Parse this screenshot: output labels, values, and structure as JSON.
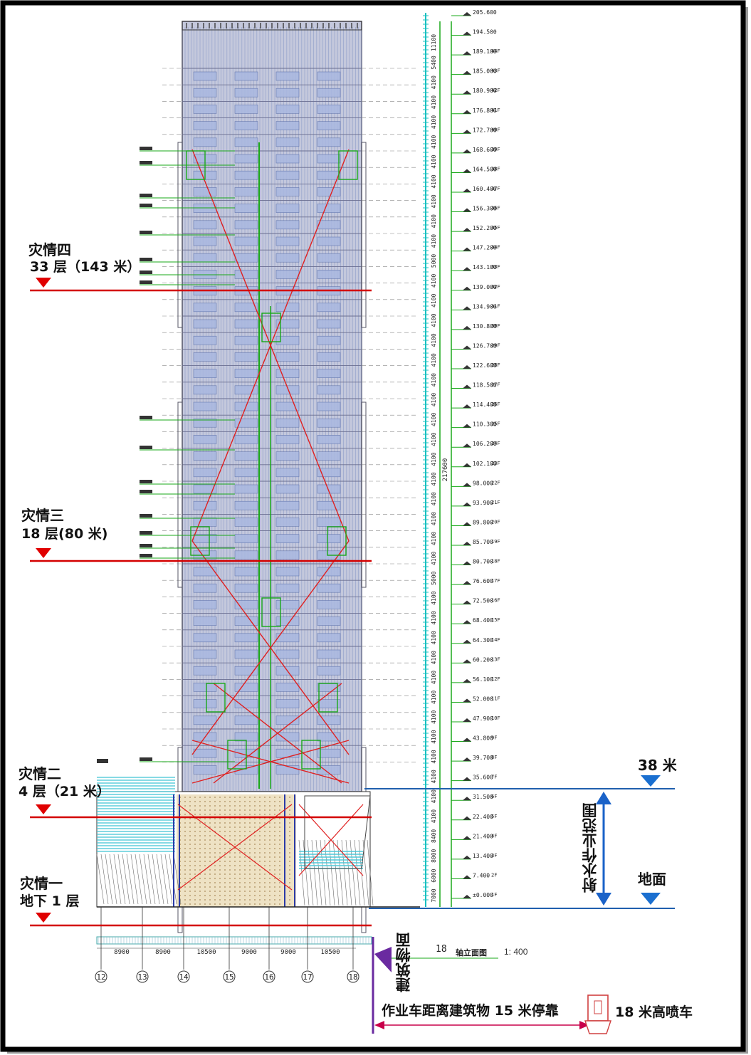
{
  "labels": {
    "disaster4_title": "灾情四",
    "disaster4_floor": "33 层（143 米）",
    "disaster3_title": "灾情三",
    "disaster3_floor": "18 层(80 米)",
    "disaster2_title": "灾情二",
    "disaster2_floor": "4 层（21 米）",
    "disaster1_title": "灾情一",
    "disaster1_floor": "地下 1 层",
    "height_38m": "38 米",
    "ground": "地面",
    "spray_range": "射水作业范围",
    "building_face": "建筑物面",
    "truck_distance": "作业车距离建筑物 15 米停靠",
    "truck_name": "18 米高喷车",
    "scale": "1: 400",
    "elevation_label": "轴立面图",
    "axis_18_label": "18"
  },
  "axis_numbers": [
    "12",
    "13",
    "14",
    "15",
    "16",
    "17",
    "18"
  ],
  "bay_widths": [
    "8900",
    "8900",
    "10500",
    "9000",
    "9000",
    "10500"
  ],
  "floor_heights_top_to_bottom": [
    "11100",
    "5400",
    "4100",
    "4100",
    "4100",
    "4100",
    "4100",
    "4100",
    "4100",
    "4100",
    "4100",
    "5000",
    "4100",
    "4100",
    "4100",
    "4100",
    "4100",
    "4100",
    "4100",
    "4100",
    "4100",
    "4100",
    "4100",
    "4100",
    "4100",
    "4100",
    "4100",
    "5000",
    "4100",
    "4100",
    "4100",
    "4100",
    "4100",
    "4100",
    "4100",
    "4100",
    "4100",
    "4100",
    "4100",
    "4100",
    "8400",
    "8000",
    "6000",
    "7000"
  ],
  "total_height": "217600",
  "elevations": [
    {
      "level": "205.600",
      "floor": ""
    },
    {
      "level": "194.500",
      "floor": ""
    },
    {
      "level": "189.100",
      "floor": "44F"
    },
    {
      "level": "185.000",
      "floor": "43F"
    },
    {
      "level": "180.900",
      "floor": "42F"
    },
    {
      "level": "176.800",
      "floor": "41F"
    },
    {
      "level": "172.700",
      "floor": "40F"
    },
    {
      "level": "168.600",
      "floor": "39F"
    },
    {
      "level": "164.500",
      "floor": "38F"
    },
    {
      "level": "160.400",
      "floor": "37F"
    },
    {
      "level": "156.300",
      "floor": "36F"
    },
    {
      "level": "152.200",
      "floor": "35F"
    },
    {
      "level": "147.200",
      "floor": "34F"
    },
    {
      "level": "143.100",
      "floor": "33F"
    },
    {
      "level": "139.000",
      "floor": "32F"
    },
    {
      "level": "134.900",
      "floor": "31F"
    },
    {
      "level": "130.800",
      "floor": "30F"
    },
    {
      "level": "126.700",
      "floor": "29F"
    },
    {
      "level": "122.600",
      "floor": "28F"
    },
    {
      "level": "118.500",
      "floor": "27F"
    },
    {
      "level": "114.400",
      "floor": "26F"
    },
    {
      "level": "110.300",
      "floor": "25F"
    },
    {
      "level": "106.200",
      "floor": "24F"
    },
    {
      "level": "102.100",
      "floor": "23F"
    },
    {
      "level": "98.000",
      "floor": "22F"
    },
    {
      "level": "93.900",
      "floor": "21F"
    },
    {
      "level": "89.800",
      "floor": "20F"
    },
    {
      "level": "85.700",
      "floor": "19F"
    },
    {
      "level": "80.700",
      "floor": "18F"
    },
    {
      "level": "76.600",
      "floor": "17F"
    },
    {
      "level": "72.500",
      "floor": "16F"
    },
    {
      "level": "68.400",
      "floor": "15F"
    },
    {
      "level": "64.300",
      "floor": "14F"
    },
    {
      "level": "60.200",
      "floor": "13F"
    },
    {
      "level": "56.100",
      "floor": "12F"
    },
    {
      "level": "52.000",
      "floor": "11F"
    },
    {
      "level": "47.900",
      "floor": "10F"
    },
    {
      "level": "43.800",
      "floor": "9F"
    },
    {
      "level": "39.700",
      "floor": "8F"
    },
    {
      "level": "35.600",
      "floor": "7F"
    },
    {
      "level": "31.500",
      "floor": "6F"
    },
    {
      "level": "22.400",
      "floor": "5F"
    },
    {
      "level": "21.400",
      "floor": "4F"
    },
    {
      "level": "13.400",
      "floor": "3F"
    },
    {
      "level": "7.400",
      "floor": "2F"
    },
    {
      "level": "±0.000",
      "floor": "1F"
    }
  ],
  "colors": {
    "disaster_line": "#d40000",
    "marker_red": "#e00000",
    "marker_blue": "#1a6fd0",
    "range_line": "#1f5fae",
    "arrow_blue": "#1a62c8",
    "building_face_line": "#6a2aa0",
    "truck_arrow": "#c8004a",
    "cad_green": "#1aa81a",
    "cad_cyan": "#18c0c0",
    "cad_red": "#e02020",
    "facade_blue": "#8a9ac8",
    "facade_grey": "#bcbcd0",
    "window_light": "#a9b8e0",
    "podium_tan": "#e8d8b0",
    "podium_cyan": "#4cc8d8",
    "frame_black": "#000000"
  },
  "icons": {
    "marker_red": "triangle-down-red-icon",
    "marker_blue": "triangle-down-blue-icon",
    "truck": "fire-truck-icon",
    "double_arrow": "vertical-double-arrow-icon"
  }
}
